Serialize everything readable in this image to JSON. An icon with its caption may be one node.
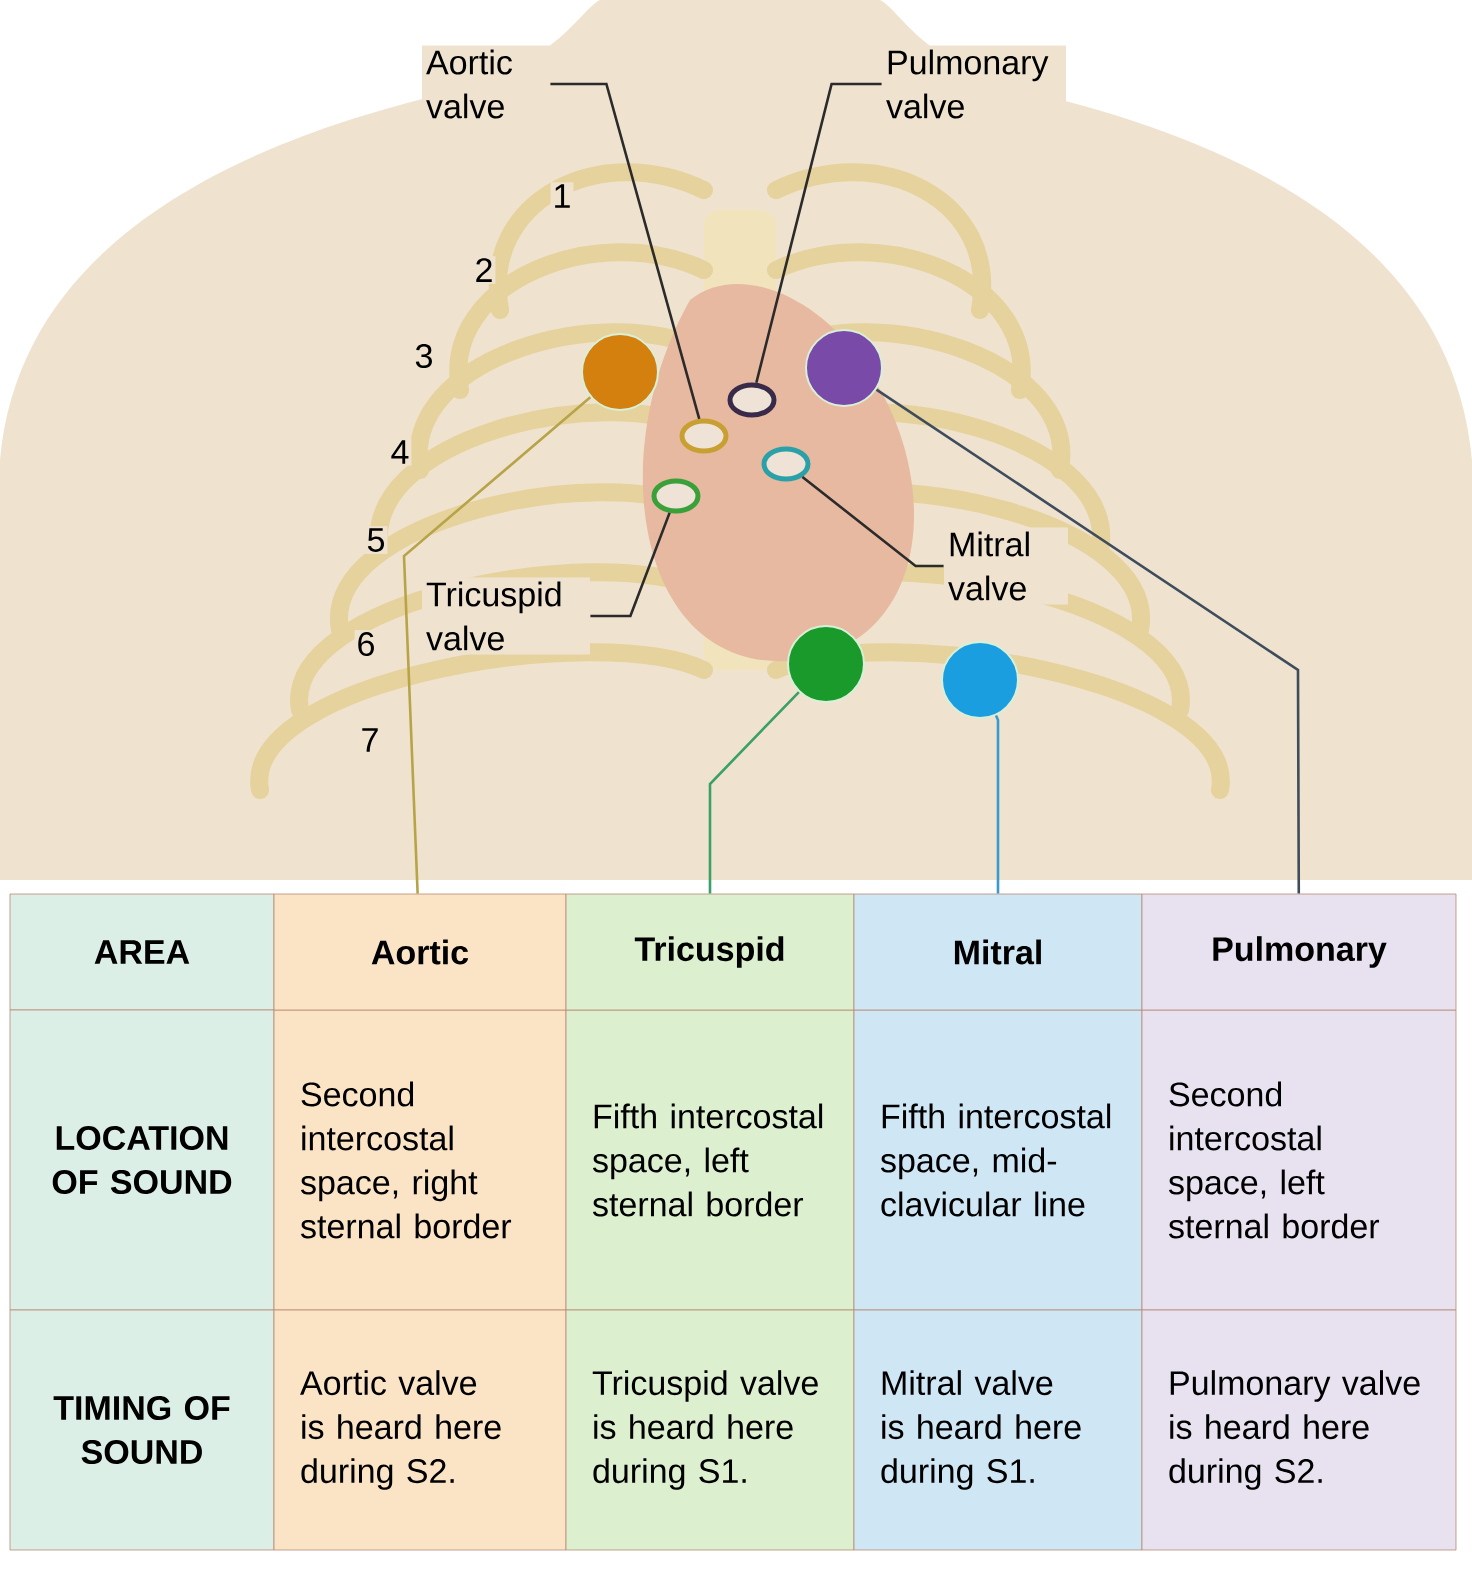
{
  "diagram": {
    "nodes": [
      {
        "text": [
          "Aortic valve"
        ]
      },
      {
        "text": [
          "Pulmonary valve"
        ]
      },
      {
        "text": [],
        "shape": "circle"
      },
      {
        "text": [],
        "shape": "circle"
      },
      {
        "text": [],
        "shape": "circle"
      },
      {
        "text": [],
        "shape": "circle"
      },
      {
        "text": [
          "Mitral valve"
        ]
      },
      {
        "text": [
          "Tricuspid valve"
        ]
      },
      {
        "text": [],
        "shape": "circle"
      },
      {
        "text": [],
        "shape": "circle"
      },
      {
        "text": [],
        "shape": "circle"
      },
      {
        "text": [],
        "shape": "circle"
      },
      {
        "text": [
          "Aortic"
        ]
      },
      {
        "text": [
          "Tricuspid"
        ]
      },
      {
        "text": [
          "Mitral"
        ]
      },
      {
        "text": [
          "Pulmonary"
        ]
      }
    ],
    "edges": [
      {
        "from": 0,
        "to": 3,
        "arrow": "none"
      },
      {
        "from": 1,
        "to": 4,
        "arrow": "none"
      },
      {
        "from": 6,
        "to": 5,
        "arrow": "none"
      },
      {
        "from": 7,
        "to": 2,
        "arrow": "none"
      },
      {
        "from": 8,
        "to": 12,
        "arrow": "none",
        "color": "#b8a448"
      },
      {
        "from": 9,
        "to": 13,
        "arrow": "none",
        "color": "#3aa068"
      },
      {
        "from": 11,
        "to": 14,
        "arrow": "none",
        "color": "#3a9ad0"
      },
      {
        "from": 10,
        "to": 15,
        "arrow": "none",
        "color": "#3e4c5c"
      }
    ],
    "labels": [
      "1",
      "2",
      "3",
      "4",
      "5",
      "6",
      "7",
      "AREA",
      "LOCATION OF SOUND",
      "Second intercostal space, right sternal border",
      "Fifth intercostal space, left sternal border",
      "Fifth intercostal space, mid-clavicular line",
      "Second intercostal space, left sternal border",
      "TIMING OF SOUND",
      "Aortic valve is heard here during S2.",
      "Tricuspid valve is heard here during S1.",
      "Mitral valve is heard here during S1.",
      "Pulmonary valve is heard here during S2."
    ]
  }
}
